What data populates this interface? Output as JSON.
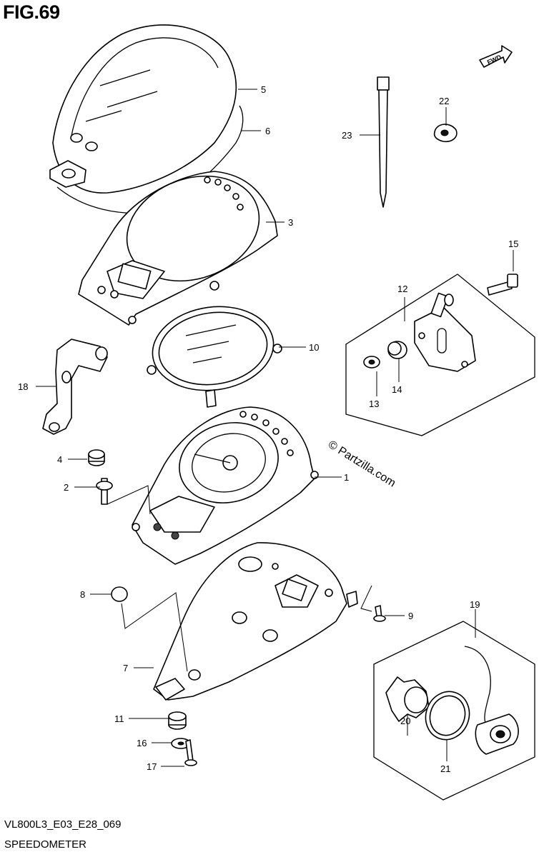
{
  "figure": {
    "title": "FIG.69",
    "code": "VL800L3_E03_E28_069",
    "name": "SPEEDOMETER",
    "watermark": "© Partzilla.com",
    "direction_tag": "FWD"
  },
  "callouts": {
    "c1": "1",
    "c2": "2",
    "c3": "3",
    "c4": "4",
    "c5": "5",
    "c6": "6",
    "c7": "7",
    "c8": "8",
    "c9": "9",
    "c10": "10",
    "c11": "11",
    "c12": "12",
    "c13": "13",
    "c14": "14",
    "c15": "15",
    "c16": "16",
    "c17": "17",
    "c18": "18",
    "c19": "19",
    "c20": "20",
    "c21": "21",
    "c22": "22",
    "c23": "23"
  },
  "colors": {
    "line": "#000000",
    "background": "#ffffff",
    "fill_dark": "#111111"
  }
}
